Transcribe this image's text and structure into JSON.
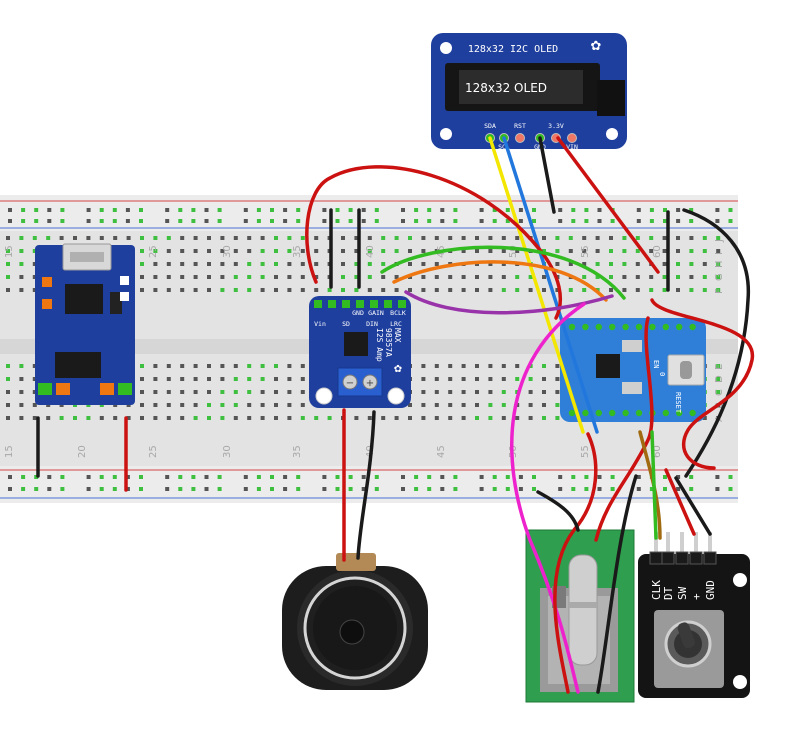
{
  "breadboard": {
    "column_numbers": [
      "15",
      "20",
      "25",
      "30",
      "35",
      "40",
      "45",
      "50",
      "55",
      "60"
    ],
    "row_letters_top": [
      "J",
      "I",
      "H",
      "G",
      "F"
    ],
    "row_letters_bottom": [
      "E",
      "D",
      "C",
      "B",
      "A"
    ]
  },
  "oled": {
    "header": "128x32 I2C OLED",
    "screen_text": "128x32 OLED",
    "pins": [
      "SDA",
      "SCL",
      "RST",
      "GND",
      "3.3V",
      "VIN"
    ]
  },
  "amp": {
    "top_pins": [
      "GND",
      "GAIN",
      "BCLK"
    ],
    "lower_pins": [
      "Vin",
      "SD",
      "DIN",
      "LRC"
    ],
    "title_lines": [
      "MAX",
      "98357A",
      "I2S Amp"
    ]
  },
  "mcu": {
    "labels": [
      "RESET",
      "0",
      "EN"
    ]
  },
  "encoder": {
    "pins": [
      "CLK",
      "DT",
      "SW",
      "+",
      "GND"
    ]
  },
  "colors": {
    "wire_red": "#cc1111",
    "wire_black": "#1a1a1a",
    "wire_yellow": "#f3e600",
    "wire_blue": "#2277dd",
    "wire_green": "#33bb22",
    "wire_orange": "#ee7711",
    "wire_purple": "#9933aa",
    "wire_magenta": "#ee22cc",
    "wire_brown": "#a06a10",
    "board_blue": "#1f3f9e",
    "pcb_green": "#2f9f4f"
  }
}
